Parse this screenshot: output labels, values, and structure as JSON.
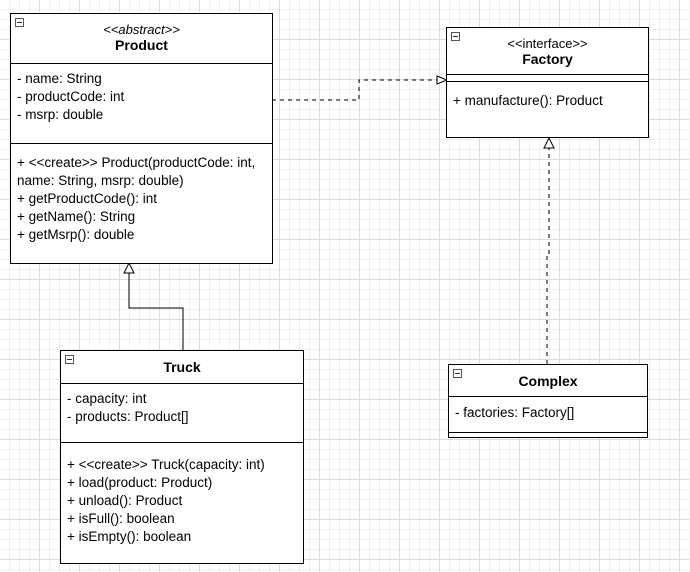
{
  "classes": {
    "product": {
      "stereotype": "<<abstract>>",
      "name": "Product",
      "attributes": [
        "- name: String",
        "- productCode: int",
        "- msrp: double"
      ],
      "operations": [
        "+ <<create>> Product(productCode: int, name: String, msrp: double)",
        "+ getProductCode(): int",
        "+ getName(): String",
        "+ getMsrp(): double"
      ]
    },
    "factory": {
      "stereotype": "<<interface>>",
      "name": "Factory",
      "operations": [
        "+ manufacture(): Product"
      ]
    },
    "truck": {
      "name": "Truck",
      "attributes": [
        "- capacity: int",
        "- products: Product[]"
      ],
      "operations": [
        "+ <<create>> Truck(capacity: int)",
        "+ load(product: Product)",
        "+ unload(): Product",
        "+ isFull(): boolean",
        "+ isEmpty(): boolean"
      ]
    },
    "complex": {
      "name": "Complex",
      "attributes": [
        "- factories: Factory[]"
      ]
    }
  },
  "relations": [
    {
      "from": "product",
      "to": "factory",
      "kind": "dependency-dashed-hollow-arrow"
    },
    {
      "from": "truck",
      "to": "product",
      "kind": "generalization"
    },
    {
      "from": "complex",
      "to": "factory",
      "kind": "realization"
    }
  ]
}
